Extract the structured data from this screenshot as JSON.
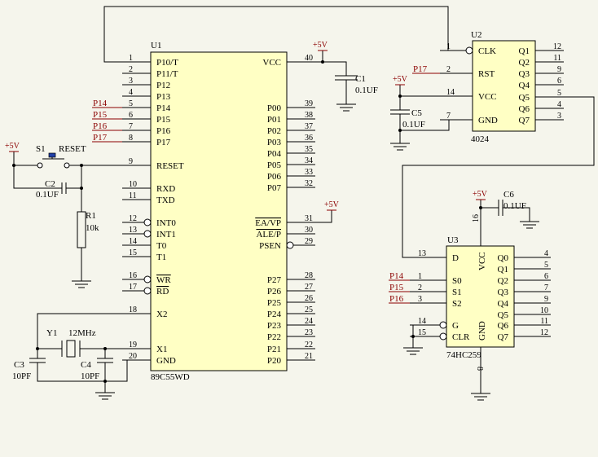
{
  "u1": {
    "ref": "U1",
    "part": "89C55WD",
    "left_pins": [
      {
        "num": "1",
        "name": "P10/T"
      },
      {
        "num": "2",
        "name": "P11/T"
      },
      {
        "num": "3",
        "name": "P12"
      },
      {
        "num": "4",
        "name": "P13"
      },
      {
        "num": "5",
        "name": "P14",
        "net": "P14"
      },
      {
        "num": "6",
        "name": "P15",
        "net": "P15"
      },
      {
        "num": "7",
        "name": "P16",
        "net": "P16"
      },
      {
        "num": "8",
        "name": "P17",
        "net": "P17"
      },
      {
        "num": "9",
        "name": "RESET"
      },
      {
        "num": "10",
        "name": "RXD"
      },
      {
        "num": "11",
        "name": "TXD"
      },
      {
        "num": "12",
        "name": "INT0"
      },
      {
        "num": "13",
        "name": "INT1"
      },
      {
        "num": "14",
        "name": "T0"
      },
      {
        "num": "15",
        "name": "T1"
      },
      {
        "num": "16",
        "name": "WR"
      },
      {
        "num": "17",
        "name": "RD"
      },
      {
        "num": "18",
        "name": "X2"
      },
      {
        "num": "19",
        "name": "X1"
      },
      {
        "num": "20",
        "name": "GND"
      }
    ],
    "right_pins": [
      {
        "num": "40",
        "name": "VCC"
      },
      {
        "num": "39",
        "name": "P00"
      },
      {
        "num": "38",
        "name": "P01"
      },
      {
        "num": "37",
        "name": "P02"
      },
      {
        "num": "36",
        "name": "P03"
      },
      {
        "num": "35",
        "name": "P04"
      },
      {
        "num": "34",
        "name": "P05"
      },
      {
        "num": "33",
        "name": "P06"
      },
      {
        "num": "32",
        "name": "P07"
      },
      {
        "num": "31",
        "name": "EA/VP"
      },
      {
        "num": "30",
        "name": "ALE/P"
      },
      {
        "num": "29",
        "name": "PSEN"
      },
      {
        "num": "28",
        "name": "P27"
      },
      {
        "num": "27",
        "name": "P26"
      },
      {
        "num": "26",
        "name": "P25"
      },
      {
        "num": "25",
        "name": "P24"
      },
      {
        "num": "24",
        "name": "P23"
      },
      {
        "num": "23",
        "name": "P22"
      },
      {
        "num": "22",
        "name": "P21"
      },
      {
        "num": "21",
        "name": "P20"
      }
    ]
  },
  "u2": {
    "ref": "U2",
    "part": "4024",
    "left_pins": [
      {
        "num": "1",
        "name": "CLK"
      },
      {
        "num": "2",
        "name": "RST",
        "net": "P17"
      },
      {
        "num": "14",
        "name": "VCC"
      },
      {
        "num": "7",
        "name": "GND"
      }
    ],
    "right_pins": [
      {
        "num": "12",
        "name": "Q1"
      },
      {
        "num": "11",
        "name": "Q2"
      },
      {
        "num": "9",
        "name": "Q3"
      },
      {
        "num": "6",
        "name": "Q4"
      },
      {
        "num": "5",
        "name": "Q5"
      },
      {
        "num": "4",
        "name": "Q6"
      },
      {
        "num": "3",
        "name": "Q7"
      }
    ]
  },
  "u3": {
    "ref": "U3",
    "part": "74HC259",
    "left_pins": [
      {
        "num": "13",
        "name": "D"
      },
      {
        "num": "1",
        "name": "S0",
        "net": "P14"
      },
      {
        "num": "2",
        "name": "S1",
        "net": "P15"
      },
      {
        "num": "3",
        "name": "S2",
        "net": "P16"
      },
      {
        "num": "14",
        "name": "G"
      },
      {
        "num": "15",
        "name": "CLR"
      }
    ],
    "right_pins": [
      {
        "num": "4",
        "name": "Q0"
      },
      {
        "num": "5",
        "name": "Q1"
      },
      {
        "num": "6",
        "name": "Q2"
      },
      {
        "num": "7",
        "name": "Q3"
      },
      {
        "num": "9",
        "name": "Q4"
      },
      {
        "num": "10",
        "name": "Q5"
      },
      {
        "num": "11",
        "name": "Q6"
      },
      {
        "num": "12",
        "name": "Q7"
      }
    ],
    "vcc_pin": "16",
    "vcc_label": "VCC",
    "gnd_pin": "8",
    "gnd_label": "GND"
  },
  "components": {
    "c1": {
      "ref": "C1",
      "value": "0.1UF"
    },
    "c2": {
      "ref": "C2",
      "value": "0.1UF"
    },
    "c3": {
      "ref": "C3",
      "value": "10PF"
    },
    "c4": {
      "ref": "C4",
      "value": "10PF"
    },
    "c5": {
      "ref": "C5",
      "value": "0.1UF"
    },
    "c6": {
      "ref": "C6",
      "value": "0.1UF"
    },
    "r1": {
      "ref": "R1",
      "value": "10k"
    },
    "s1": {
      "ref": "S1",
      "value": "RESET"
    },
    "y1": {
      "ref": "Y1",
      "value": "12MHz"
    }
  },
  "power": {
    "vcc": "+5V"
  },
  "colors": {
    "background": "#f5f5ec",
    "chip_fill": "#ffffc4",
    "wire": "#000000",
    "net_label": "#8b0000"
  }
}
